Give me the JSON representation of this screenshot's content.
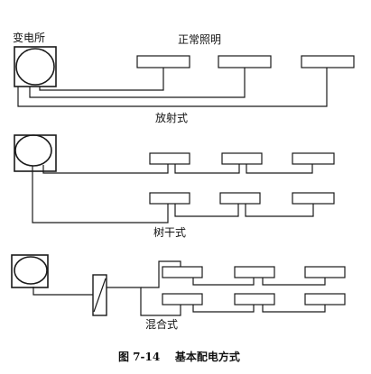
{
  "diagram": {
    "caption": "图 7-14    基本配电方式",
    "sections": {
      "radial": {
        "substation_label": "变电所",
        "lighting_label": "正常照明",
        "type_label": "放射式"
      },
      "tree": {
        "type_label": "树干式"
      },
      "mixed": {
        "type_label": "混合式"
      }
    }
  }
}
